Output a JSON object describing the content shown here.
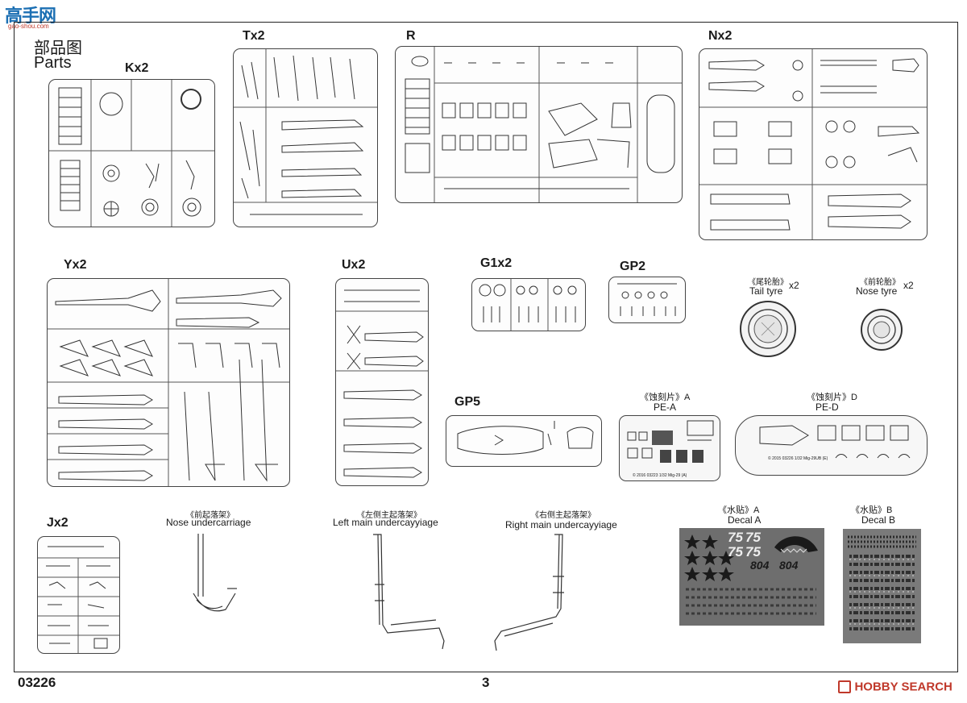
{
  "logo": {
    "cn": "高手网",
    "sub": "gao-shou.com"
  },
  "header": {
    "cn": "部品图",
    "en": "Parts"
  },
  "sprues": {
    "k": "Kx2",
    "t": "Tx2",
    "r": "R",
    "n": "Nx2",
    "y": "Yx2",
    "u": "Ux2",
    "g1": "G1x2",
    "gp2": "GP2",
    "gp5": "GP5",
    "j": "Jx2"
  },
  "tyres": {
    "tail": {
      "cn": "《尾轮胎》",
      "en": "Tail tyre",
      "qty": "x2"
    },
    "nose": {
      "cn": "《前轮胎》",
      "en": "Nose tyre",
      "qty": "x2"
    }
  },
  "pe": {
    "a": {
      "cn": "《蚀刻片》A",
      "en": "PE-A",
      "code": "© 2016 03223 1/32 Mig-29 (A)"
    },
    "d": {
      "cn": "《蚀刻片》D",
      "en": "PE-D",
      "code": "© 2015 03226 1/32 Mig-29UB (E)"
    }
  },
  "undercarriage": {
    "nose": {
      "cn": "《前起落架》",
      "en": "Nose undercarriage"
    },
    "left": {
      "cn": "《左侧主起落架》",
      "en": "Left main undercayyiage"
    },
    "right": {
      "cn": "《右侧主起落架》",
      "en": "Right main undercayyiage"
    }
  },
  "decals": {
    "a": {
      "cn": "《水贴》A",
      "en": "Decal A",
      "numbers": [
        "75",
        "75",
        "75",
        "75"
      ],
      "markings": [
        "804",
        "804"
      ]
    },
    "b": {
      "cn": "《水贴》B",
      "en": "Decal B"
    }
  },
  "footer": {
    "code": "03226",
    "page": "3"
  },
  "watermark": {
    "brand": "HOBBY SEARCH"
  },
  "colors": {
    "ink": "#222222",
    "decal": "#6e6e6e",
    "watermark": "#c0392b"
  }
}
